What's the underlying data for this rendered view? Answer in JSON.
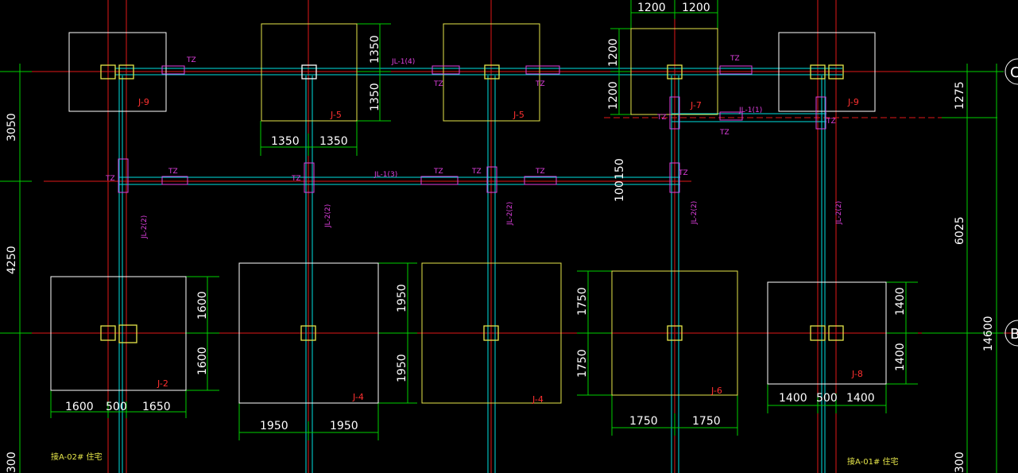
{
  "colors": {
    "background": "#000000",
    "axis_red": "#e01818",
    "beam_cyan": "#00e0e0",
    "dim_green": "#00d000",
    "footing_white": "#ffffff",
    "footing_yellow": "#e6e64a",
    "tag_magenta": "#e040e0",
    "label_red": "#ff3030",
    "label_white": "#ffffff"
  },
  "footings": {
    "j9_left": "J-9",
    "j5_a": "J-5",
    "j5_b": "J-5",
    "j7": "J-7",
    "j9_right": "J-9",
    "j2": "J-2",
    "j4_a": "J-4",
    "j4_b": "J-4",
    "j6": "J-6",
    "j8": "J-8"
  },
  "beams": {
    "jl1_4": "JL-1(4)",
    "jl1_3": "JL-1(3)",
    "jl1_1": "JL-1(1)",
    "jl2_a": "JL-2(2)",
    "jl2_b": "JL-2(2)",
    "jl2_c": "JL-2(2)",
    "jl2_d": "JL-2(2)",
    "jl2_e": "JL-2(2)"
  },
  "tz_tag": "TZ",
  "dimensions": {
    "top_1200_a": "1200",
    "top_1200_b": "1200",
    "j5_1350_v1": "1350",
    "j5_1350_v2": "1350",
    "j5_1350_h1": "1350",
    "j5_1350_h2": "1350",
    "j7_1200_v1": "1200",
    "j7_1200_v2": "1200",
    "gap_100": "100",
    "gap_150": "150",
    "j2_1600_v1": "1600",
    "j2_1600_v2": "1600",
    "j2_1600_h": "1600",
    "j2_500_h": "500",
    "j2_1650_h": "1650",
    "j4_1950_v1": "1950",
    "j4_1950_v2": "1950",
    "j4_1950_h1": "1950",
    "j4_1950_h2": "1950",
    "j6_1750_v1": "1750",
    "j6_1750_v2": "1750",
    "j6_1750_h1": "1750",
    "j6_1750_h2": "1750",
    "j8_1400_v1": "1400",
    "j8_1400_v2": "1400",
    "j8_1400_h1": "1400",
    "j8_500_h": "500",
    "j8_1400_h2": "1400",
    "left_3050": "3050",
    "left_4250": "4250",
    "left_300": "300",
    "right_1275": "1275",
    "right_6025": "6025",
    "right_14600": "14600",
    "right_300": "300"
  },
  "building_notes": {
    "left": "接A-02# 住宅",
    "right": "接A-01# 住宅"
  },
  "axis_bubbles": {
    "top": "C",
    "bottom": "B"
  }
}
